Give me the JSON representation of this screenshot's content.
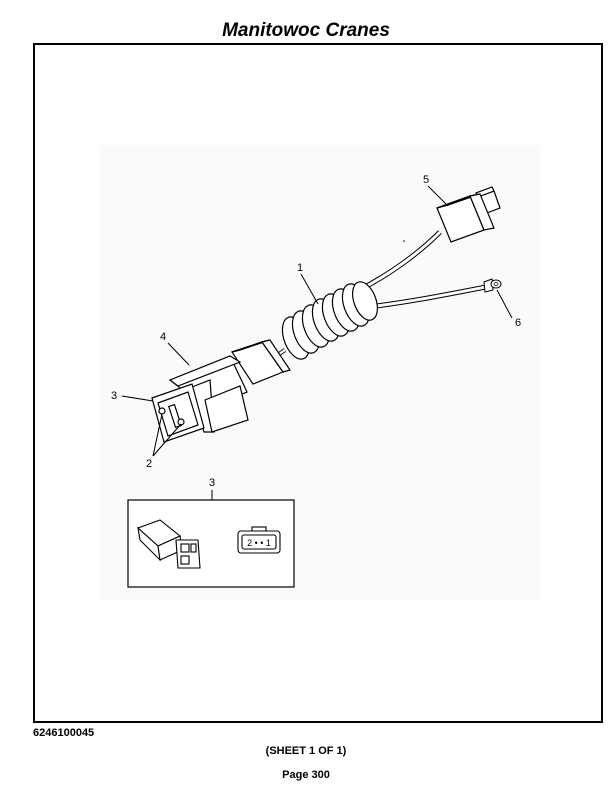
{
  "header": {
    "title": "Manitowoc Cranes"
  },
  "diagram": {
    "callouts": [
      "1",
      "2",
      "3",
      "4",
      "5",
      "6"
    ],
    "detail": {
      "callout": "3",
      "pin_label": "2 •  • 1"
    }
  },
  "footer": {
    "doc_number": "6246100045",
    "sheet": "(SHEET 1 OF 1)",
    "page": "Page 300"
  }
}
